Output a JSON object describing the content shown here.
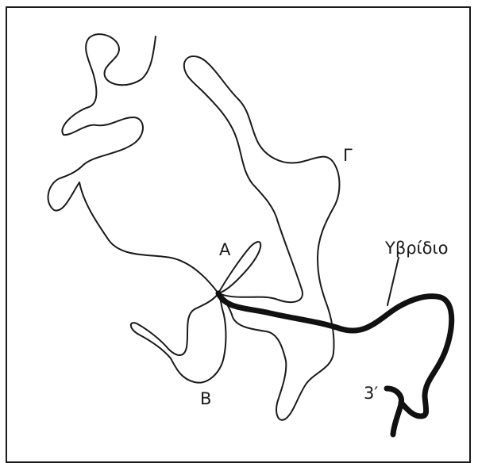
{
  "diagram": {
    "labels": {
      "a": "A",
      "b": "B",
      "gamma": "Γ",
      "hybrid": "Υβρίδιο",
      "three_prime": "3′"
    },
    "colors": {
      "line": "#1a1a1a",
      "hybrid_strand": "#111111",
      "background": "#ffffff"
    }
  }
}
